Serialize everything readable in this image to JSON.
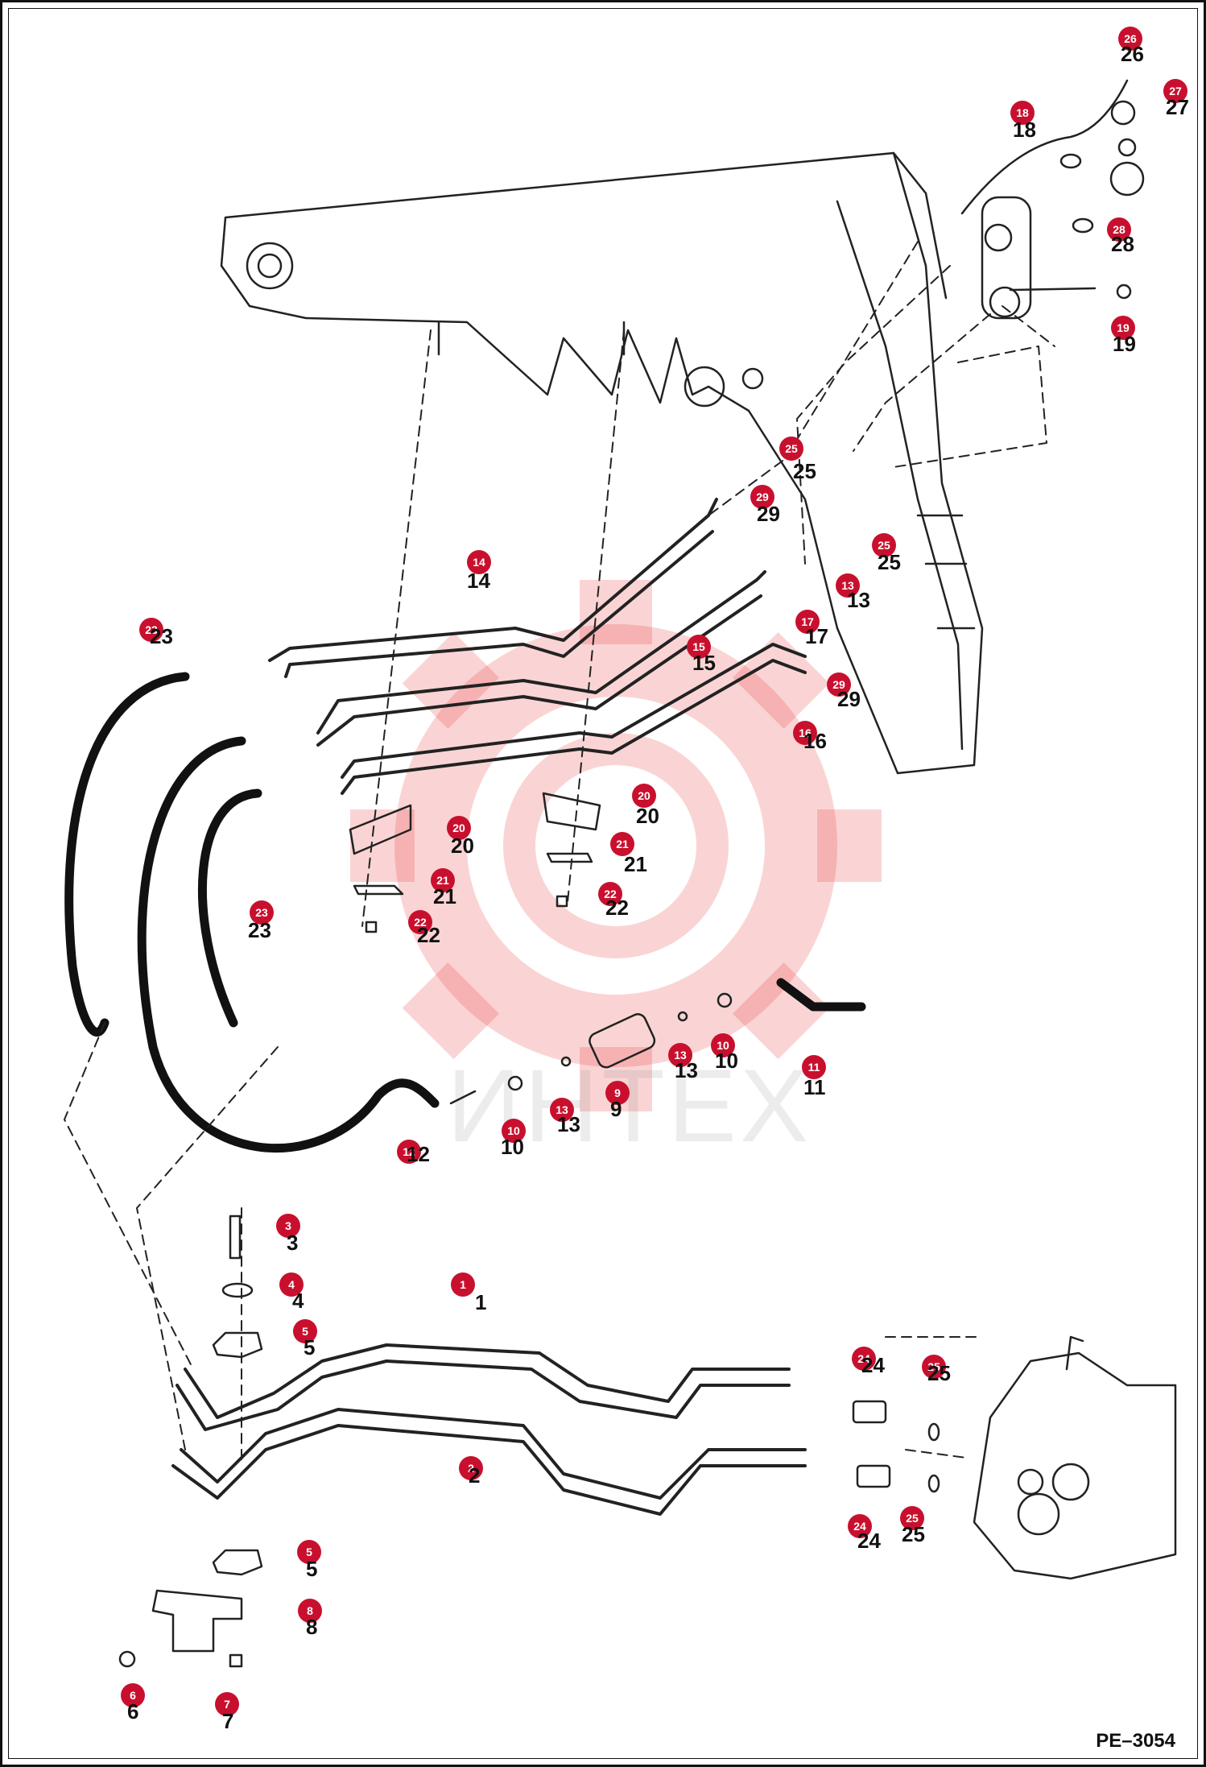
{
  "watermark": {
    "text": "ИНТЕХ",
    "gear_color": "#e83b3b"
  },
  "drawing_code": "PE–3054",
  "callout_color": "#c8102e",
  "callouts": [
    "26",
    "27",
    "18",
    "28",
    "19",
    "25",
    "29",
    "14",
    "25",
    "13",
    "17",
    "15",
    "29",
    "16",
    "23",
    "20",
    "20",
    "21",
    "21",
    "22",
    "22",
    "23",
    "10",
    "13",
    "10",
    "13",
    "9",
    "11",
    "12",
    "3",
    "4",
    "5",
    "1",
    "24",
    "25",
    "2",
    "24",
    "25",
    "5",
    "8",
    "6",
    "7"
  ],
  "labels": [
    "26",
    "27",
    "18",
    "28",
    "19",
    "25",
    "29",
    "14",
    "25",
    "13",
    "17",
    "15",
    "29",
    "16",
    "23",
    "20",
    "20",
    "21",
    "21",
    "22",
    "22",
    "23",
    "10",
    "13",
    "10",
    "13",
    "9",
    "11",
    "12",
    "3",
    "4",
    "5",
    "1",
    "24",
    "25",
    "2",
    "24",
    "25",
    "5",
    "8",
    "6",
    "7"
  ]
}
